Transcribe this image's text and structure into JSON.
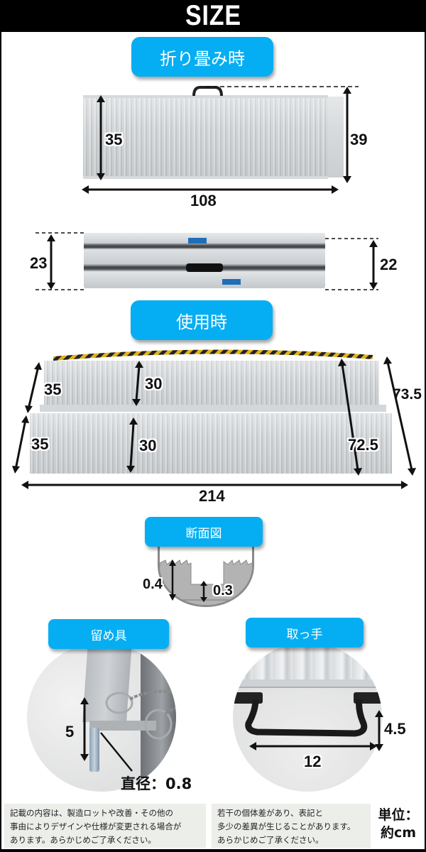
{
  "header": {
    "title": "SIZE"
  },
  "sections": {
    "folded": {
      "label": "折り畳み時",
      "top_view": {
        "inner_height": "35",
        "outer_height": "39",
        "length": "108"
      },
      "side_view": {
        "left_thickness": "23",
        "right_thickness": "22"
      }
    },
    "in_use": {
      "label": "使用時",
      "dims": {
        "upper_panel_width": "35",
        "lower_panel_width": "35",
        "upper_inner": "30",
        "lower_inner": "30",
        "inner_total": "72.5",
        "outer_total": "73.5",
        "length": "214"
      }
    },
    "cross_section": {
      "label": "断面図",
      "total_thickness": "0.4",
      "base_thickness": "0.3"
    },
    "fastener": {
      "label": "留め具",
      "pin_length": "5",
      "diameter_label": "直径：0.8"
    },
    "handle": {
      "label": "取っ手",
      "width": "12",
      "height": "4.5"
    }
  },
  "footer": {
    "note_left": [
      "記載の内容は、製造ロットや改善・その他の",
      "事由によりデザインや仕様が変更される場合が",
      "あります。あらかじめご了承ください。"
    ],
    "note_right": [
      "若干の個体差があり、表記と",
      "多少の差異が生じることがあります。",
      "あらかじめご了承ください。"
    ],
    "unit_line1": "単位：",
    "unit_line2": "約cm"
  },
  "colors": {
    "accent": "#05aef2",
    "frame": "#000000",
    "note_bg": "#eceeea"
  }
}
